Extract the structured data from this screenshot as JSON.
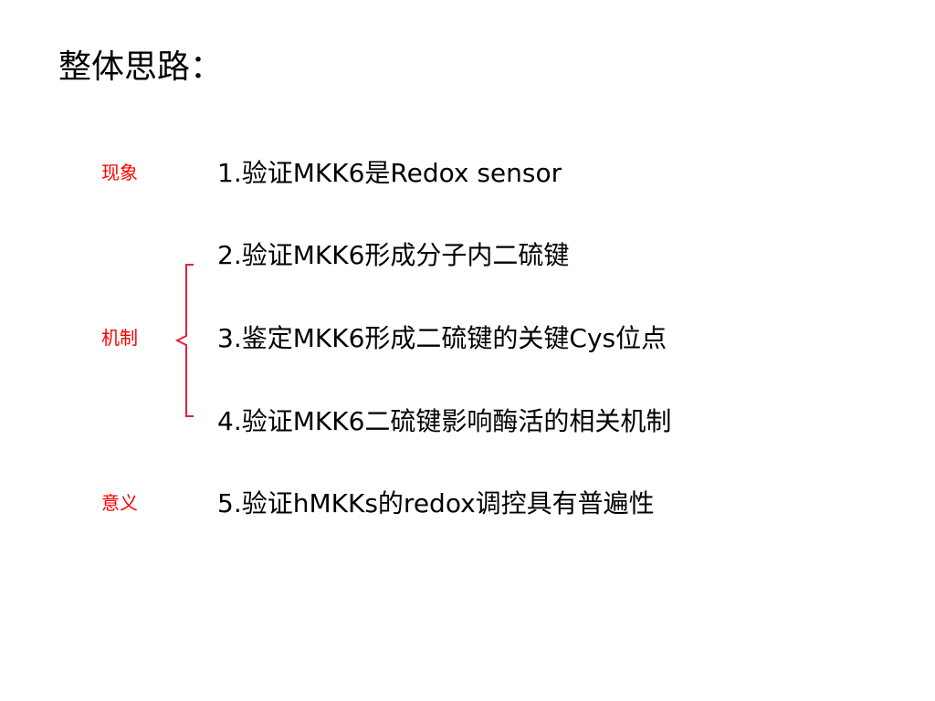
{
  "slide": {
    "title": "整体思路：",
    "tags": {
      "phenomenon": "现象",
      "mechanism": "机制",
      "meaning": "意义"
    },
    "items": [
      "1.验证MKK6是Redox sensor",
      "2.验证MKK6形成分子内二硫键",
      "3.鉴定MKK6形成二硫键的关键Cys位点",
      "4.验证MKK6二硫键影响酶活的相关机制",
      "5.验证hMKKs的redox调控具有普遍性"
    ]
  },
  "colors": {
    "tag_text": "#ff0000",
    "brace": "#e0203a",
    "body_text": "#000000",
    "background": "#ffffff"
  }
}
